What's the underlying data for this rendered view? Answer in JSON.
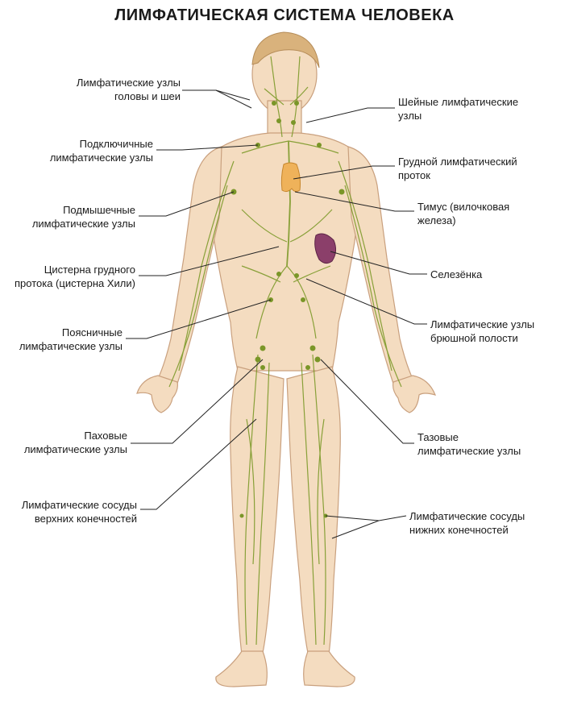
{
  "title": "ЛИМФАТИЧЕСКАЯ СИСТЕМА ЧЕЛОВЕКА",
  "colors": {
    "skin": "#f4dcc0",
    "skin_outline": "#c9a07e",
    "hair": "#d9b27c",
    "lymph": "#7d9a2a",
    "node": "#7a9628",
    "thymus": "#efb25a",
    "spleen": "#8b3f6a",
    "leader": "#222222"
  },
  "labels": {
    "head_neck_nodes": "Лимфатические узлы\nголовы и шеи",
    "subclavian_nodes": "Подключичные\nлимфатические узлы",
    "axillary_nodes": "Подмышечные\nлимфатические узлы",
    "cisterna_chyli": "Цистерна грудного\nпротока (цистерна Хили)",
    "lumbar_nodes": "Поясничные\nлимфатические узлы",
    "inguinal_nodes": "Паховые\nлимфатические узлы",
    "upper_limb_vessels": "Лимфатические сосуды\nверхних конечностей",
    "cervical_nodes": "Шейные лимфатические\nузлы",
    "thoracic_duct": "Грудной лимфатический\nпроток",
    "thymus": "Тимус (вилочковая\nжелеза)",
    "spleen": "Селезёнка",
    "abdominal_nodes": "Лимфатические узлы\nбрюшной полости",
    "pelvic_nodes": "Тазовые\nлимфатические узлы",
    "lower_limb_vessels": "Лимфатические сосуды\nнижних конечностей"
  }
}
